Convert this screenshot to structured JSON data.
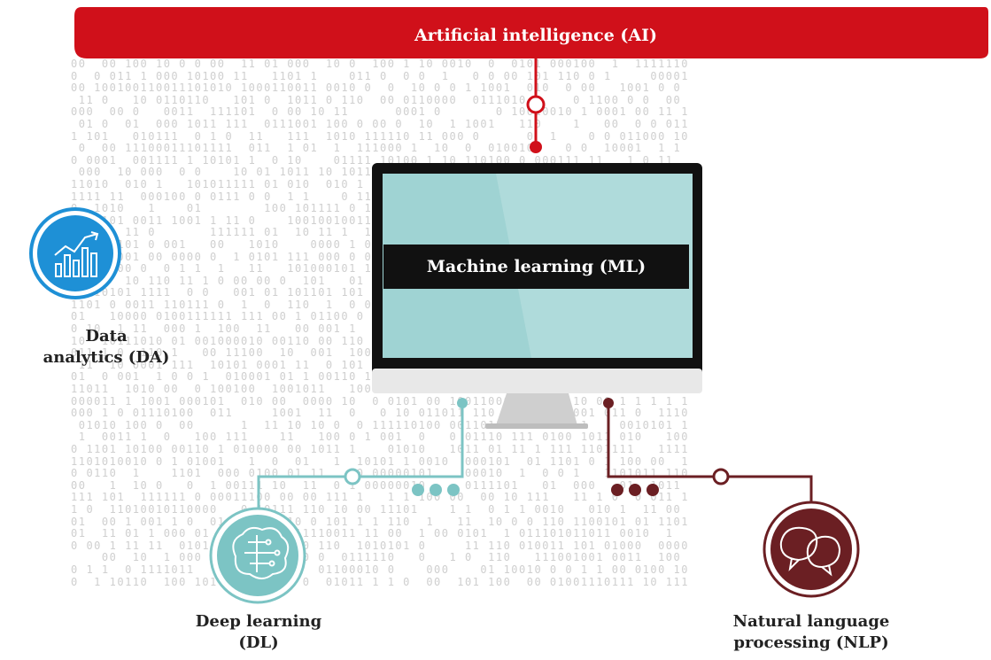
{
  "diagram": {
    "banner": {
      "label": "Artificial intelligence (AI)",
      "color": "#d0101a"
    },
    "center": {
      "label": "Machine learning (ML)"
    },
    "nodes": [
      {
        "id": "da",
        "label_lines": [
          "Data",
          "analytics (DA)"
        ],
        "icon": "bar-chart-growth-icon",
        "color": "#1e90d6"
      },
      {
        "id": "dl",
        "label_lines": [
          "Deep learning",
          "(DL)"
        ],
        "icon": "brain-circuit-icon",
        "color": "#7cc4c4"
      },
      {
        "id": "nlp",
        "label_lines": [
          "Natural language",
          "processing (NLP)"
        ],
        "icon": "speech-bubbles-icon",
        "color": "#6b1f23"
      }
    ],
    "background_digits": "binary"
  }
}
